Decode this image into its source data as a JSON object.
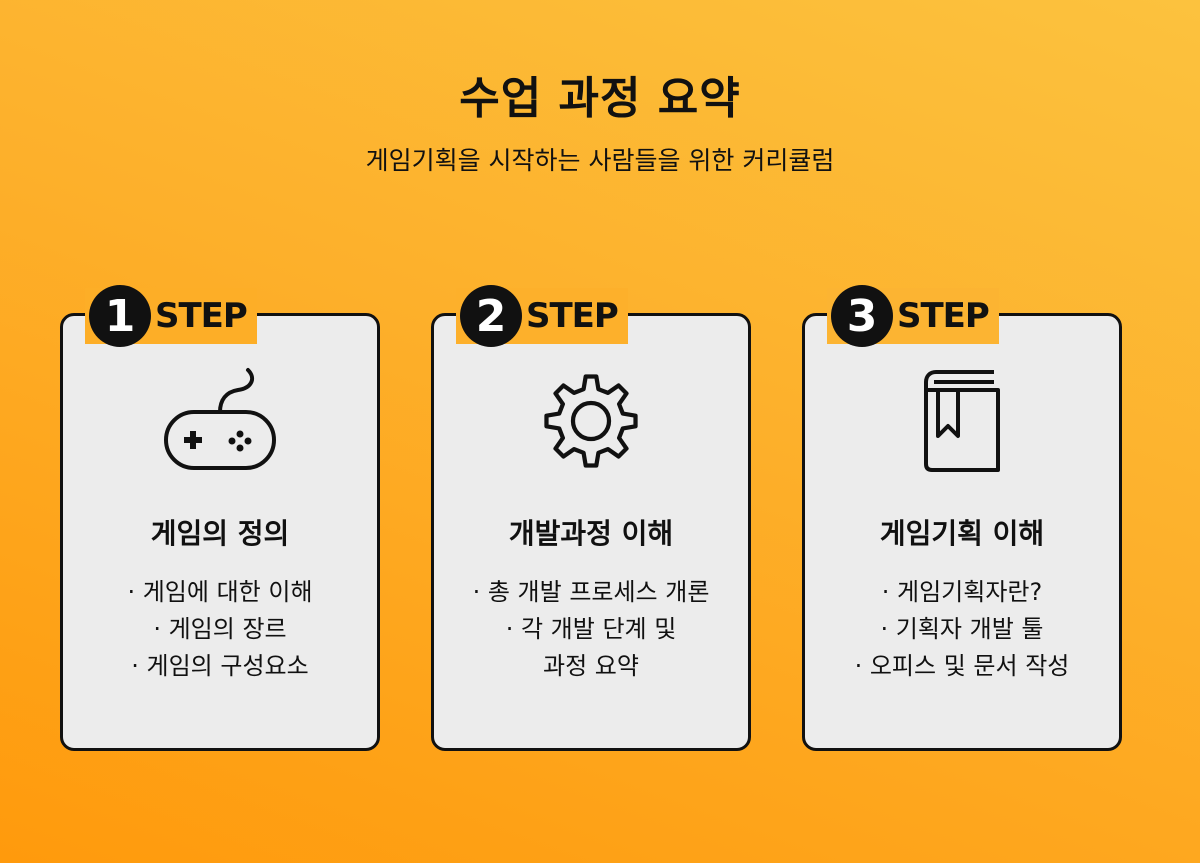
{
  "header": {
    "title": "수업 과정 요약",
    "subtitle": "게임기획을 시작하는 사람들을 위한 커리큘럼"
  },
  "cards": [
    {
      "step_number": "1",
      "step_label": "STEP",
      "icon": "gamepad-icon",
      "title": "게임의 정의",
      "items": [
        "· 게임에 대한 이해",
        "· 게임의 장르",
        "· 게임의 구성요소"
      ]
    },
    {
      "step_number": "2",
      "step_label": "STEP",
      "icon": "gear-icon",
      "title": "개발과정 이해",
      "items": [
        "· 총 개발 프로세스 개론",
        "· 각 개발 단계 및",
        "과정 요약"
      ]
    },
    {
      "step_number": "3",
      "step_label": "STEP",
      "icon": "book-icon",
      "title": "게임기획 이해",
      "items": [
        "· 게임기획자란?",
        "· 기획자 개발 툴",
        "· 오피스 및 문서 작성"
      ]
    }
  ],
  "colors": {
    "background_top": "#fcc23e",
    "background_bottom": "#ff9a0c",
    "card": "#ececec",
    "ink": "#111111"
  }
}
